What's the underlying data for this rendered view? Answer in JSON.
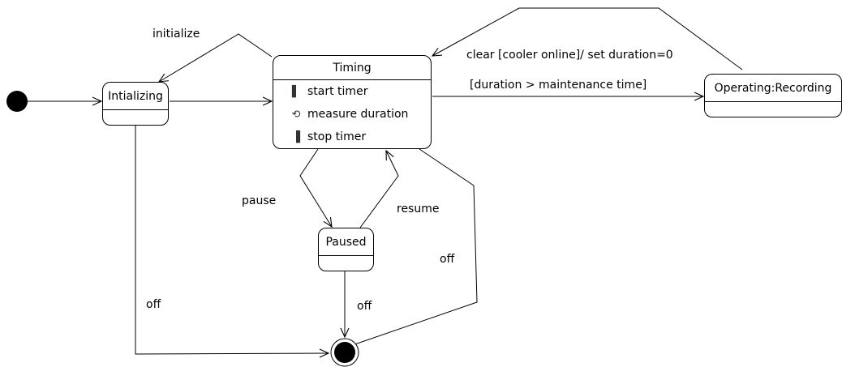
{
  "states": {
    "initializing": {
      "name": "Intializing"
    },
    "timing": {
      "name": "Timing",
      "activities": [
        {
          "label": "start timer",
          "icon": "entry-action-icon"
        },
        {
          "label": "measure duration",
          "icon": "do-activity-icon"
        },
        {
          "label": "stop timer",
          "icon": "exit-action-icon"
        }
      ]
    },
    "paused": {
      "name": "Paused"
    },
    "operating": {
      "name": "Operating:Recording"
    }
  },
  "transitions": {
    "initialize": "initialize",
    "clear": "clear [cooler online]/ set duration=0",
    "duration": "[duration > maintenance time]",
    "pause": "pause",
    "resume": "resume",
    "off_timing": "off",
    "off_init": "off",
    "off_paused": "off"
  },
  "colors": {
    "line": "#000000",
    "fill": "#ffffff"
  }
}
